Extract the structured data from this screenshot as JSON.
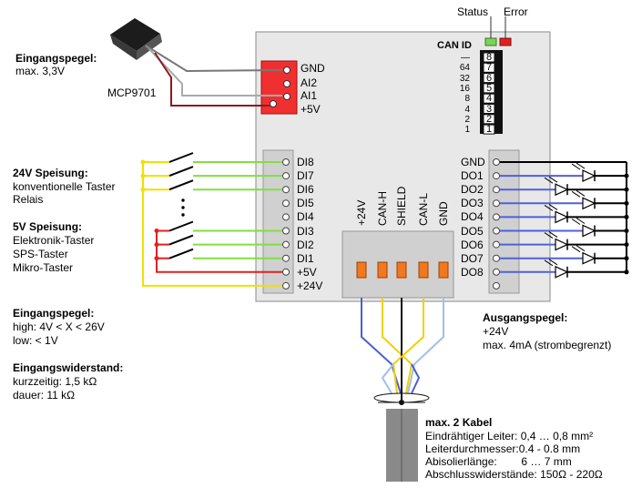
{
  "sensor": {
    "name": "MCP9701",
    "title": "Eingangspegel:",
    "level": "max. 3,3V",
    "pins": [
      "GND",
      "AI2",
      "AI1",
      "+5V"
    ]
  },
  "status": {
    "label": "Status",
    "error": "Error",
    "status_color": "#7cd35a",
    "error_color": "#e02020"
  },
  "can_id": {
    "label": "CAN ID",
    "values": [
      "—",
      "64",
      "32",
      "16",
      "8",
      "4",
      "2",
      "1"
    ],
    "switches": [
      "8",
      "7",
      "6",
      "5",
      "4",
      "3",
      "2",
      "1"
    ]
  },
  "inputs": {
    "terminals": [
      "DI8",
      "DI7",
      "DI6",
      "DI5",
      "DI4",
      "DI3",
      "DI2",
      "DI1",
      "+5V",
      "+24V"
    ]
  },
  "outputs": {
    "terminals": [
      "GND",
      "DO1",
      "DO2",
      "DO3",
      "DO4",
      "DO5",
      "DO6",
      "DO7",
      "DO8"
    ]
  },
  "bus": {
    "pins": [
      "+24V",
      "CAN-H",
      "SHIELD",
      "CAN-L",
      "GND"
    ]
  },
  "left_notes": {
    "s24_title": "24V Speisung:",
    "s24_lines": [
      "konventionelle Taster",
      "Relais"
    ],
    "s5_title": "5V Speisung:",
    "s5_lines": [
      "Elektronik-Taster",
      "SPS-Taster",
      "Mikro-Taster"
    ],
    "level_title": "Eingangspegel:",
    "level_lines": [
      "high: 4V < X < 26V",
      "low: < 1V"
    ],
    "res_title": "Eingangswiderstand:",
    "res_lines": [
      "kurzzeitig: 1,5 kΩ",
      "dauer: 11 kΩ"
    ]
  },
  "right_notes": {
    "title": "Ausgangspegel:",
    "lines": [
      "+24V",
      "max. 4mA (strombegrenzt)"
    ]
  },
  "cable_notes": {
    "title": "max. 2 Kabel",
    "lines": [
      "Eindrähtiger Leiter: 0,4 … 0,8 mm²",
      "Leiterdurchmesser:0.4 - 0.8 mm",
      "Abisolierlänge:        6 … 7 mm",
      "Abschlusswiderstände: 150Ω - 220Ω"
    ]
  }
}
